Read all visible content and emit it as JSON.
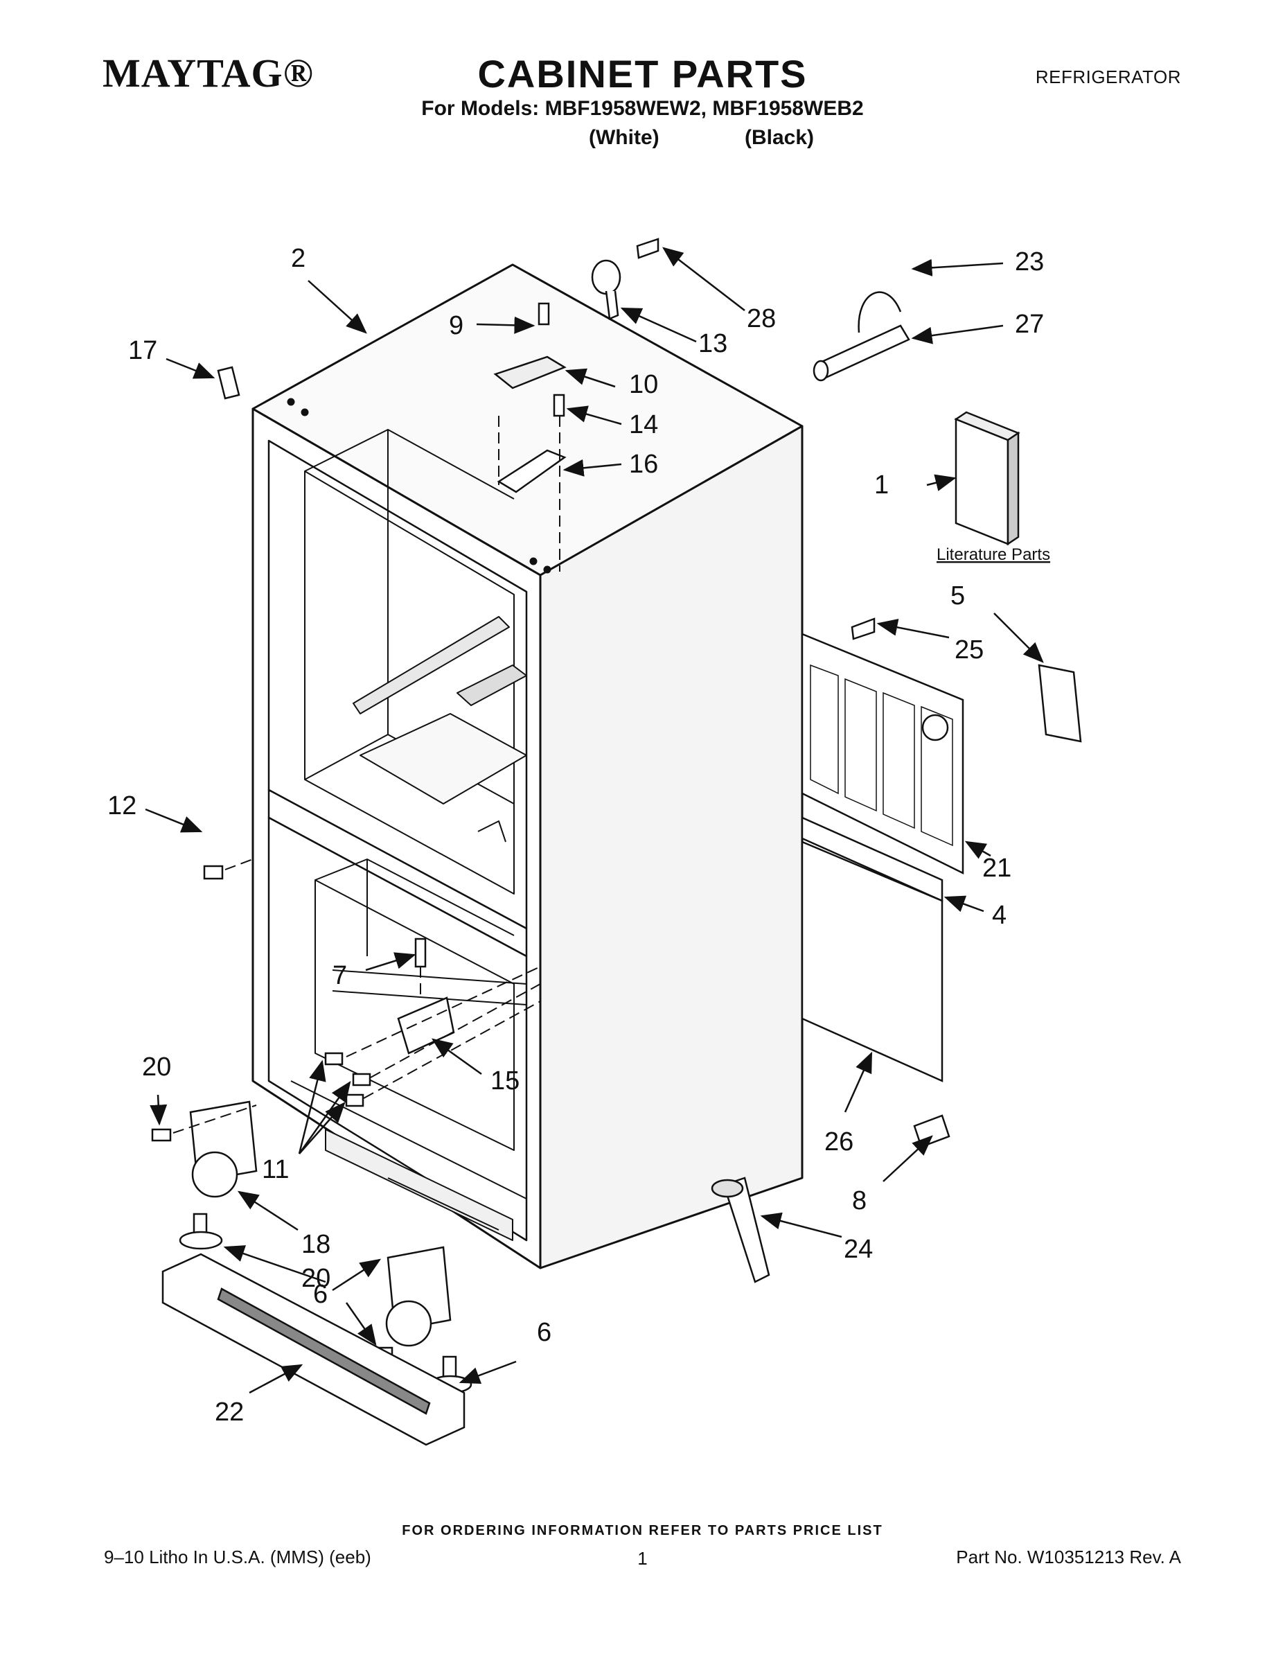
{
  "header": {
    "brand": "MAYTAG®",
    "title": "CABINET PARTS",
    "category": "REFRIGERATOR",
    "models": "For Models: MBF1958WEW2, MBF1958WEB2",
    "color_white": "(White)",
    "color_black": "(Black)"
  },
  "diagram": {
    "literature_label": "Literature Parts",
    "callouts": {
      "c1": "1",
      "c2": "2",
      "c4": "4",
      "c5": "5",
      "c6a": "6",
      "c6b": "6",
      "c7": "7",
      "c8": "8",
      "c9": "9",
      "c10": "10",
      "c11": "11",
      "c12": "12",
      "c13": "13",
      "c14": "14",
      "c15": "15",
      "c16": "16",
      "c17": "17",
      "c18": "18",
      "c20a": "20",
      "c20b": "20",
      "c21": "21",
      "c22": "22",
      "c23": "23",
      "c24": "24",
      "c25": "25",
      "c26": "26",
      "c27": "27",
      "c28": "28"
    }
  },
  "footer": {
    "ordering_note": "FOR ORDERING INFORMATION REFER TO PARTS PRICE LIST",
    "print_info": "9–10 Litho In U.S.A. (MMS) (eeb)",
    "page_number": "1",
    "part_number": "Part No. W10351213 Rev. A"
  }
}
